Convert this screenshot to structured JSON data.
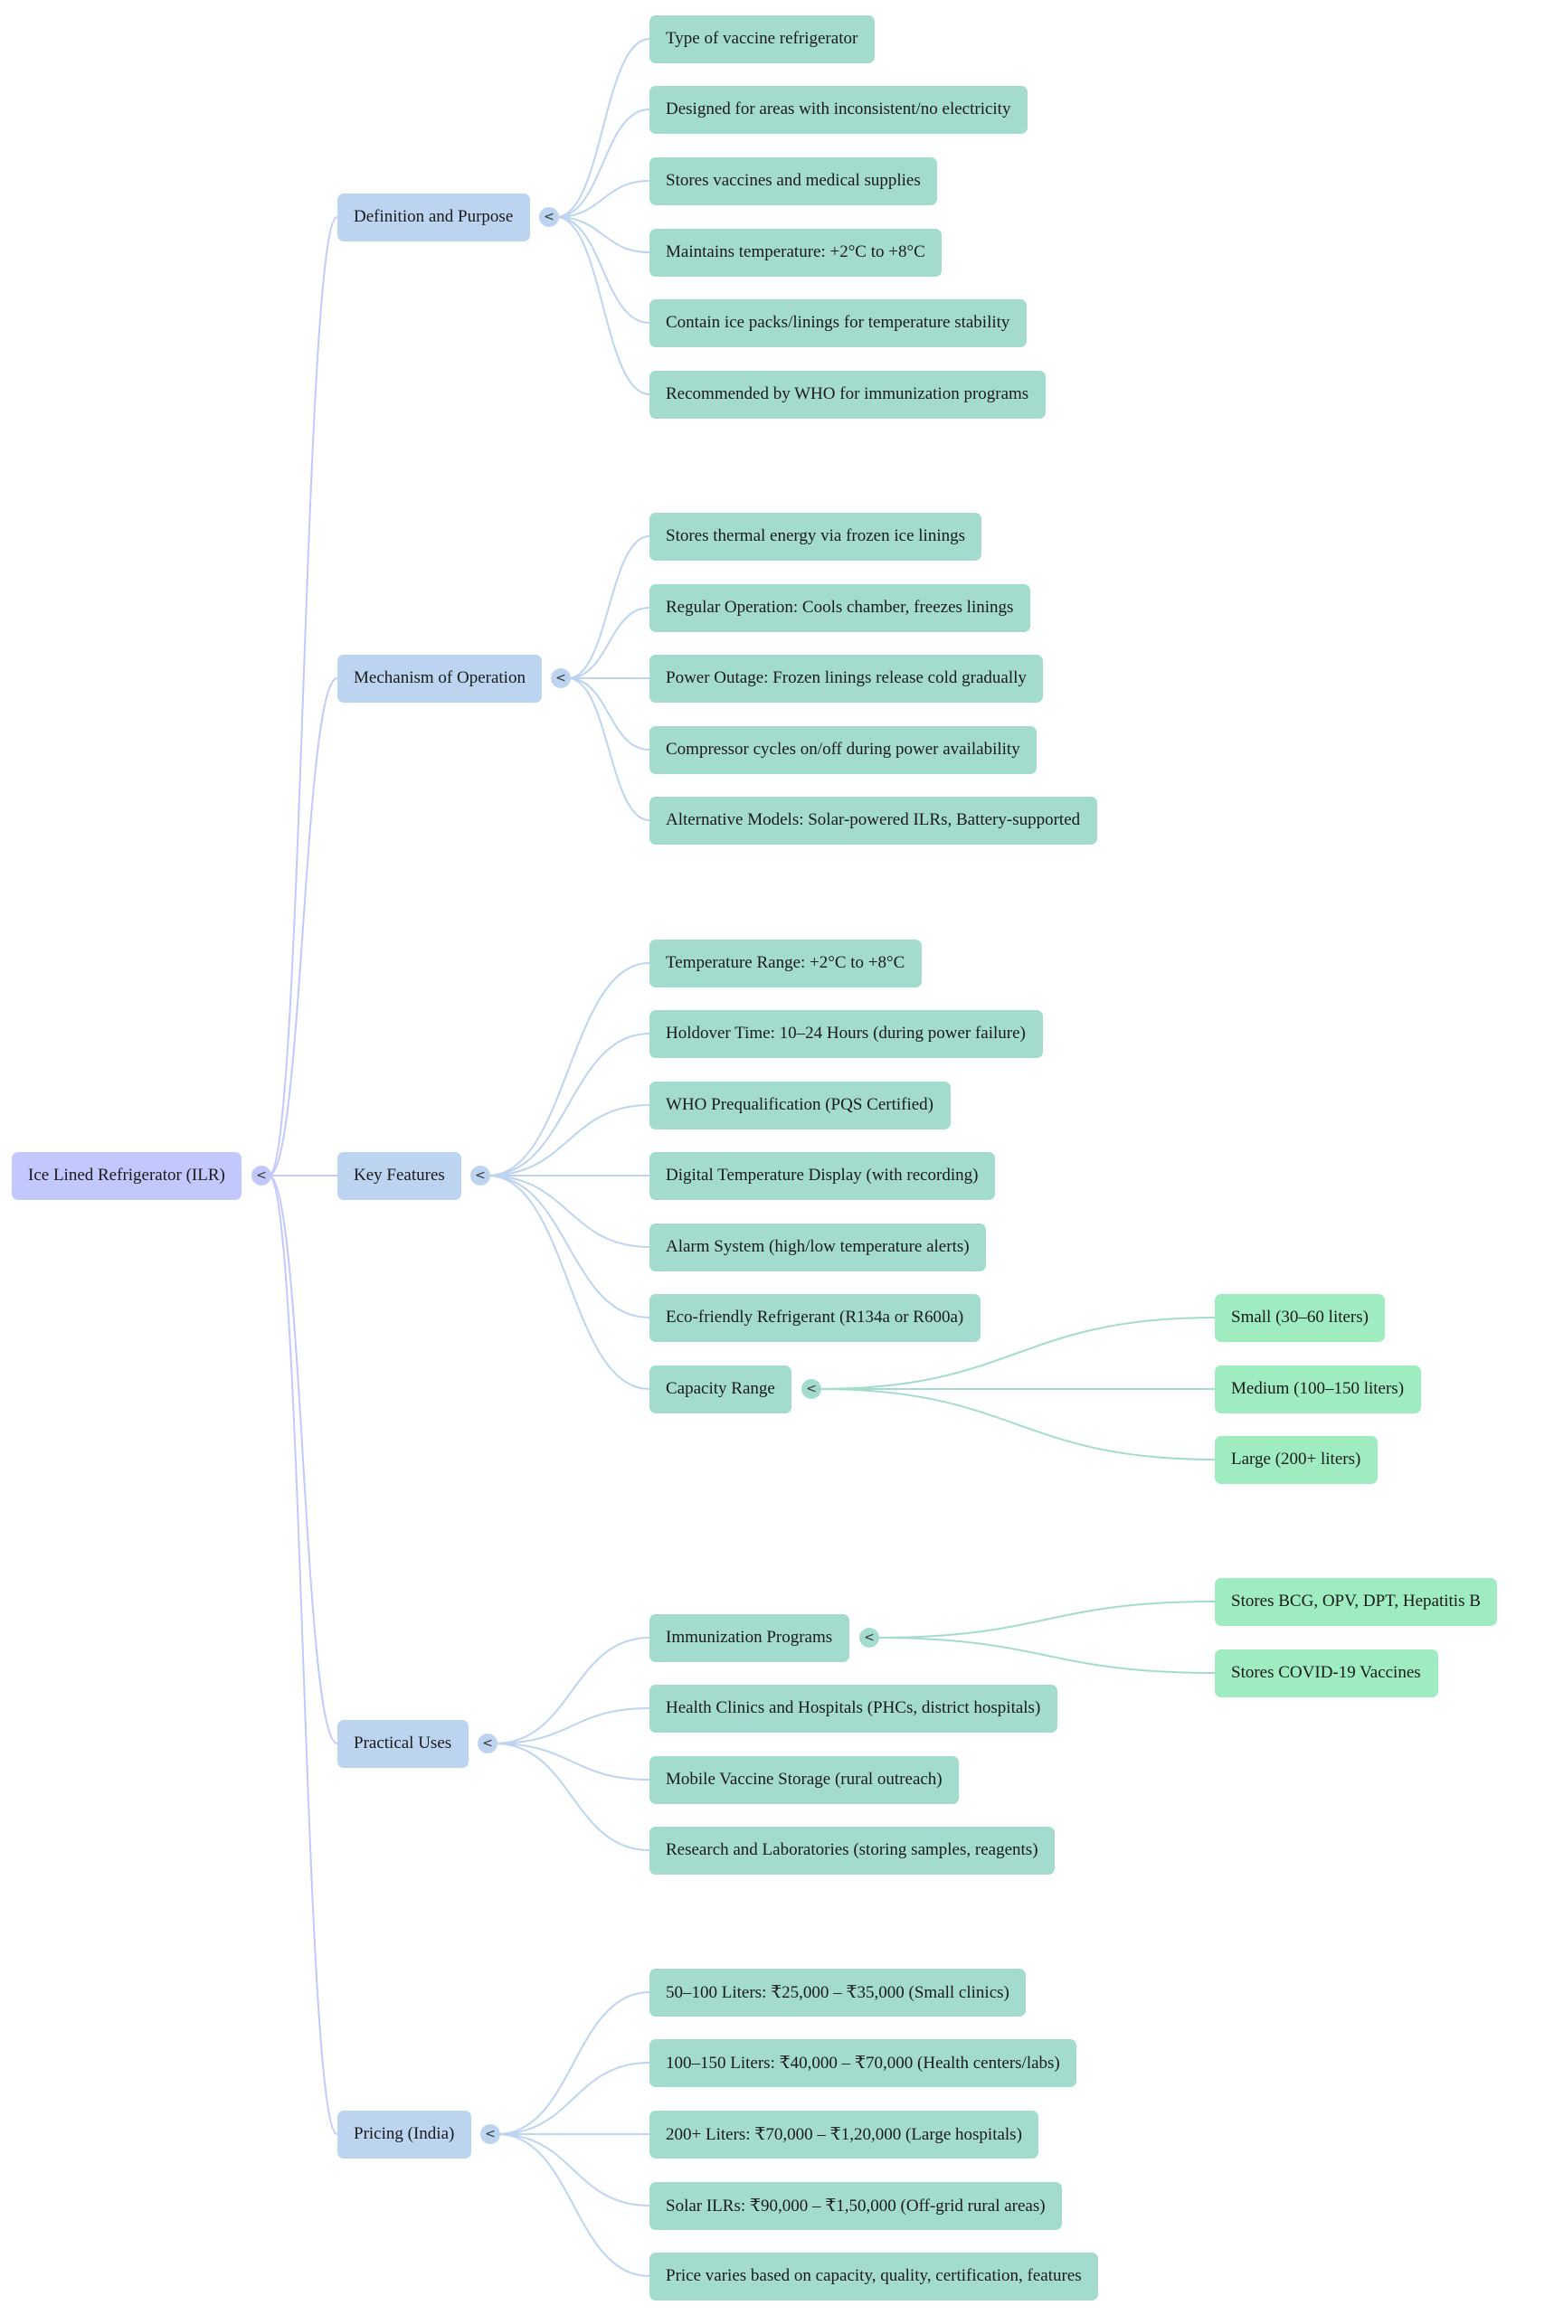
{
  "colors": {
    "root_fill": "#c2c8fb",
    "level1_fill": "#bcd4f0",
    "level2_fill": "#a3dccf",
    "level3_fill": "#9eecbf",
    "link_blue": "#bcd4f0",
    "link_teal": "#a3dccf"
  },
  "toggle_icon": "<",
  "root": {
    "label": "Ice Lined Refrigerator (ILR)",
    "children": [
      {
        "label": "Definition and Purpose",
        "children": [
          {
            "label": "Type of vaccine refrigerator"
          },
          {
            "label": "Designed for areas with inconsistent/no electricity"
          },
          {
            "label": "Stores vaccines and medical supplies"
          },
          {
            "label": "Maintains temperature: +2°C to +8°C"
          },
          {
            "label": "Contain ice packs/linings for temperature stability"
          },
          {
            "label": "Recommended by WHO for immunization programs"
          }
        ]
      },
      {
        "label": "Mechanism of Operation",
        "children": [
          {
            "label": "Stores thermal energy via frozen ice linings"
          },
          {
            "label": "Regular Operation: Cools chamber, freezes linings"
          },
          {
            "label": "Power Outage: Frozen linings release cold gradually"
          },
          {
            "label": "Compressor cycles on/off during power availability"
          },
          {
            "label": "Alternative Models: Solar-powered ILRs, Battery-supported"
          }
        ]
      },
      {
        "label": "Key Features",
        "children": [
          {
            "label": "Temperature Range: +2°C to +8°C"
          },
          {
            "label": "Holdover Time: 10–24 Hours (during power failure)"
          },
          {
            "label": "WHO Prequalification (PQS Certified)"
          },
          {
            "label": "Digital Temperature Display (with recording)"
          },
          {
            "label": "Alarm System (high/low temperature alerts)"
          },
          {
            "label": "Eco-friendly Refrigerant (R134a or R600a)"
          },
          {
            "label": "Capacity Range",
            "children": [
              {
                "label": "Small (30–60 liters)"
              },
              {
                "label": "Medium (100–150 liters)"
              },
              {
                "label": "Large (200+ liters)"
              }
            ]
          }
        ]
      },
      {
        "label": "Practical Uses",
        "children": [
          {
            "label": "Immunization Programs",
            "children": [
              {
                "label": "Stores BCG, OPV, DPT, Hepatitis B"
              },
              {
                "label": "Stores COVID-19 Vaccines"
              }
            ]
          },
          {
            "label": "Health Clinics and Hospitals (PHCs, district hospitals)"
          },
          {
            "label": "Mobile Vaccine Storage (rural outreach)"
          },
          {
            "label": "Research and Laboratories (storing samples, reagents)"
          }
        ]
      },
      {
        "label": "Pricing (India)",
        "children": [
          {
            "label": "50–100 Liters: ₹25,000 – ₹35,000 (Small clinics)"
          },
          {
            "label": "100–150 Liters: ₹40,000 – ₹70,000 (Health centers/labs)"
          },
          {
            "label": "200+ Liters: ₹70,000 – ₹1,20,000 (Large hospitals)"
          },
          {
            "label": "Solar ILRs: ₹90,000 – ₹1,50,000 (Off-grid rural areas)"
          },
          {
            "label": "Price varies based on capacity, quality, certification, features"
          }
        ]
      }
    ]
  }
}
